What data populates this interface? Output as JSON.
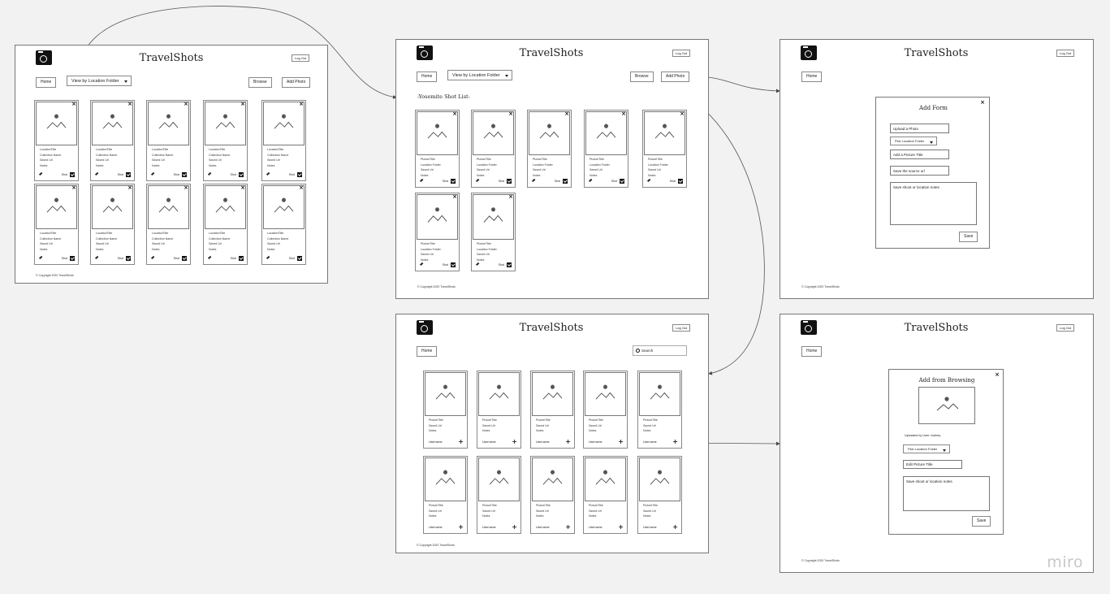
{
  "app_title": "TravelShots",
  "logout": "Log Out",
  "home": "Home",
  "view_by": "View by Location Folder",
  "browse": "Browse",
  "add_photo": "Add Photo",
  "copyright": "© Copyright 2020 TravelShots",
  "shot_label": "Shot",
  "frame1": {
    "card_lines": [
      "LocationTitle",
      "Collection Name",
      "Saved Url",
      "Notes"
    ]
  },
  "frame2": {
    "list_title": "-Yosemite Shot List-",
    "card_lines": [
      "PictureTitle",
      "Location Folder",
      "Saved Url",
      "Notes"
    ]
  },
  "frame3": {
    "form_title": "Add Form",
    "upload": "Upload a Photo",
    "pick_folder": "Pick Location Folder",
    "picture_title": "Add a Picture Title",
    "source_url": "Save the source url",
    "notes": "Save shoot or location notes",
    "save": "Save"
  },
  "frame4": {
    "search_placeholder": "Search",
    "card_lines": [
      "PictureTitle",
      "Saved Url",
      "Notes"
    ],
    "username": "Username"
  },
  "frame5": {
    "form_title": "Add from Browsing",
    "uploaded_by": "Uploaded by User: Aubrey",
    "pick_folder": "Pick Location Folder",
    "edit_title": "Edit Picture Title",
    "notes": "Save shoot or location notes",
    "save": "Save"
  },
  "watermark": "miro"
}
